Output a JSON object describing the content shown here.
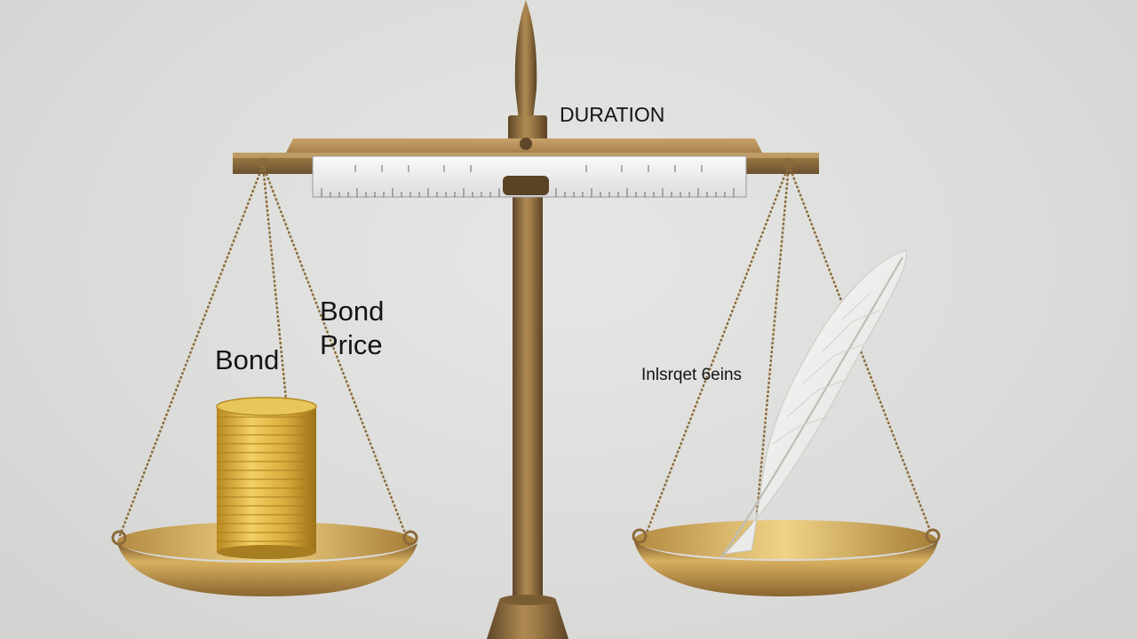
{
  "labels": {
    "duration": "DURATION",
    "bond": "Bond",
    "bond_price_line1": "Bond",
    "bond_price_line2": "Price",
    "interest_gains": "Inlsrqet 6eins"
  },
  "colors": {
    "brass": "#9c7a45",
    "brass_dark": "#6e5430",
    "gold": "#d9b44a",
    "feather": "#f4f4f2",
    "background": "#dcdcda"
  }
}
